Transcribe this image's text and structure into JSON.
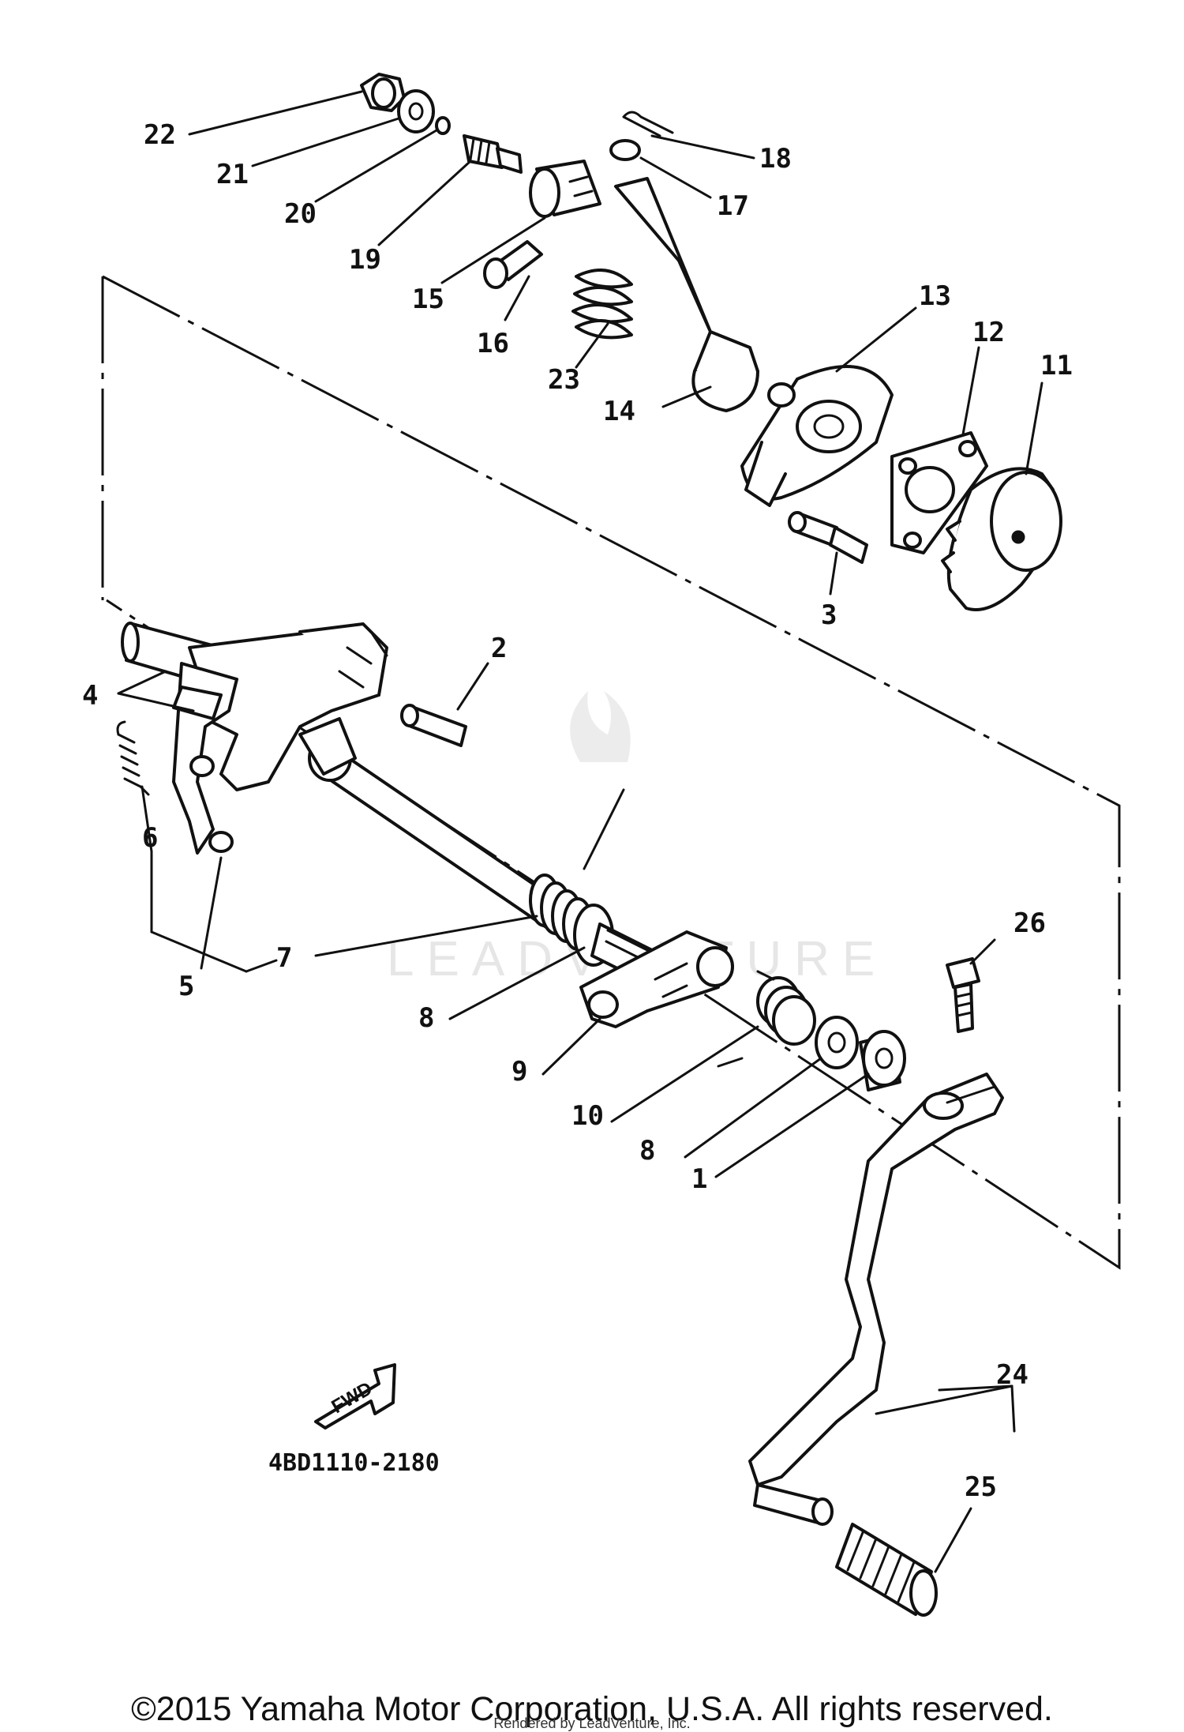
{
  "callouts": [
    "22",
    "21",
    "20",
    "19",
    "15",
    "16",
    "18",
    "17",
    "23",
    "14",
    "13",
    "12",
    "11",
    "3",
    "2",
    "4",
    "6",
    "5",
    "7",
    "8",
    "9",
    "10",
    "8",
    "1",
    "26",
    "24",
    "25"
  ],
  "fwd_label": "FWD",
  "diagram_code": "4BD1110-2180",
  "watermark": "LEADVENTURE",
  "copyright": "©2015 Yamaha Motor Corporation, U.S.A. All rights reserved.",
  "rendered_by": "Rendered by LeadVenture, Inc."
}
